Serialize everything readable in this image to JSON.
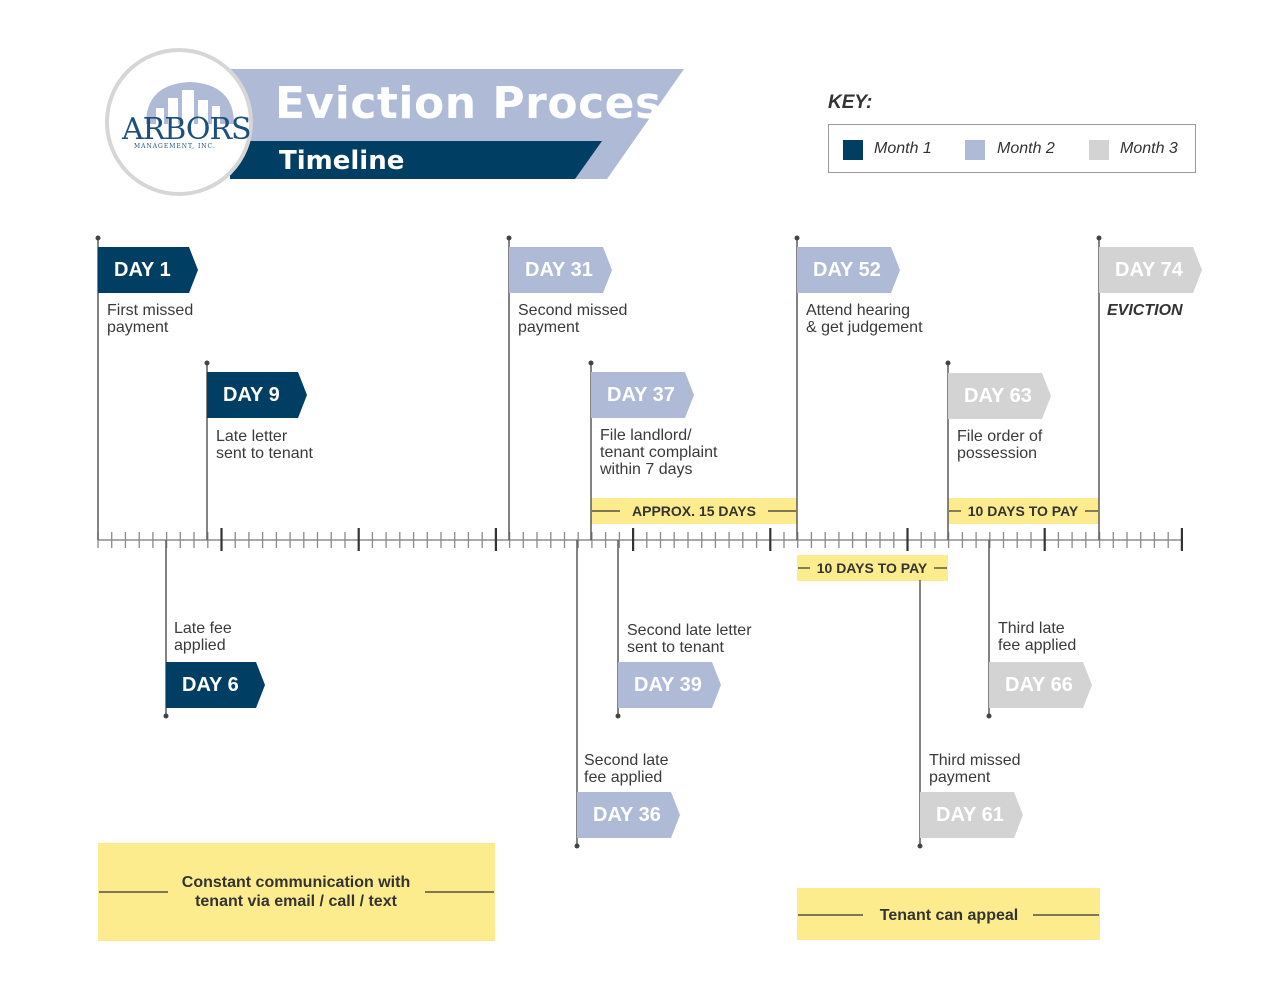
{
  "header": {
    "title": "Eviction Process",
    "subtitle": "Timeline",
    "logo_name": "ARBORS",
    "logo_tagline": "MANAGEMENT, INC."
  },
  "key": {
    "title": "KEY:",
    "items": [
      {
        "label": "Month 1",
        "color": "#003f63"
      },
      {
        "label": "Month 2",
        "color": "#aebad6"
      },
      {
        "label": "Month 3",
        "color": "#d3d3d3"
      }
    ]
  },
  "milestones": {
    "day1": {
      "day": "DAY 1",
      "text": "First missed\npayment"
    },
    "day9": {
      "day": "DAY 9",
      "text": "Late letter\nsent to tenant"
    },
    "day31": {
      "day": "DAY 31",
      "text": "Second missed\npayment"
    },
    "day37": {
      "day": "DAY 37",
      "text": "File landlord/\ntenant complaint\nwithin 7 days"
    },
    "day52": {
      "day": "DAY 52",
      "text": "Attend hearing\n& get judgement"
    },
    "day63": {
      "day": "DAY 63",
      "text": "File order of\npossession"
    },
    "day74": {
      "day": "DAY 74",
      "text": "EVICTION"
    },
    "day6": {
      "day": "DAY 6",
      "text": "Late fee\napplied"
    },
    "day39": {
      "day": "DAY 39",
      "text": "Second late letter\nsent to tenant"
    },
    "day66": {
      "day": "DAY 66",
      "text": "Third late\nfee applied"
    },
    "day36": {
      "day": "DAY 36",
      "text": "Second late\nfee applied"
    },
    "day61": {
      "day": "DAY 61",
      "text": "Third missed\npayment"
    }
  },
  "spans": {
    "approx15": "APPROX. 15 DAYS",
    "pay10_top": "10 DAYS TO PAY",
    "pay10_bottom": "10 DAYS TO PAY"
  },
  "notes": {
    "communication": "Constant communication with\ntenant via email / call / text",
    "appeal": "Tenant can appeal"
  }
}
